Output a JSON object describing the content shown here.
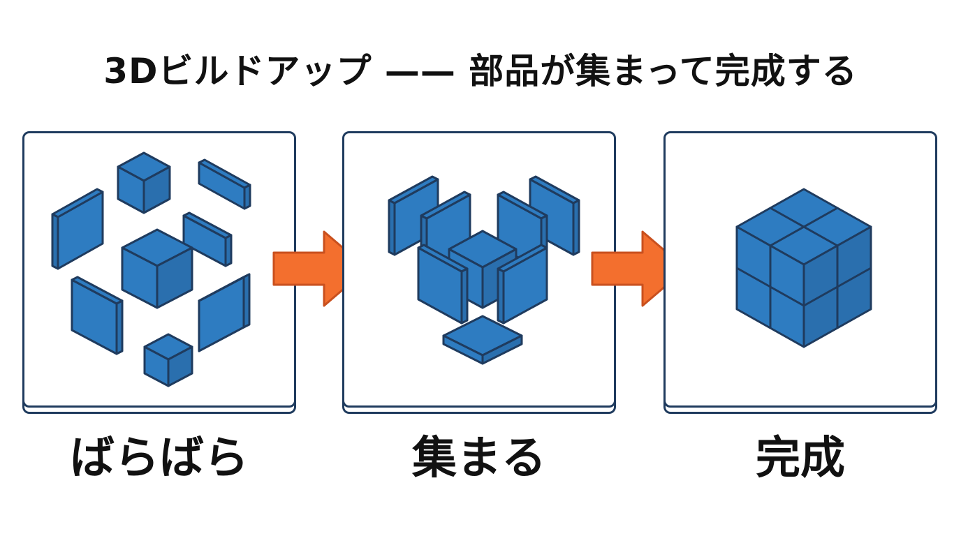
{
  "title": "3Dビルドアップ —— 部品が集まって完成する",
  "panels": [
    {
      "label": "ばらばら"
    },
    {
      "label": "集まる"
    },
    {
      "label": "完成"
    }
  ],
  "colors": {
    "face": "#2e7cc1",
    "face_side": "#2a6fae",
    "outline": "#1f3b5e",
    "arrow": "#f36f2e",
    "arrow_outline": "#c9501e"
  },
  "icons": [
    "parts-icon",
    "assembling-icon",
    "cube-icon",
    "arrow-right-icon"
  ]
}
